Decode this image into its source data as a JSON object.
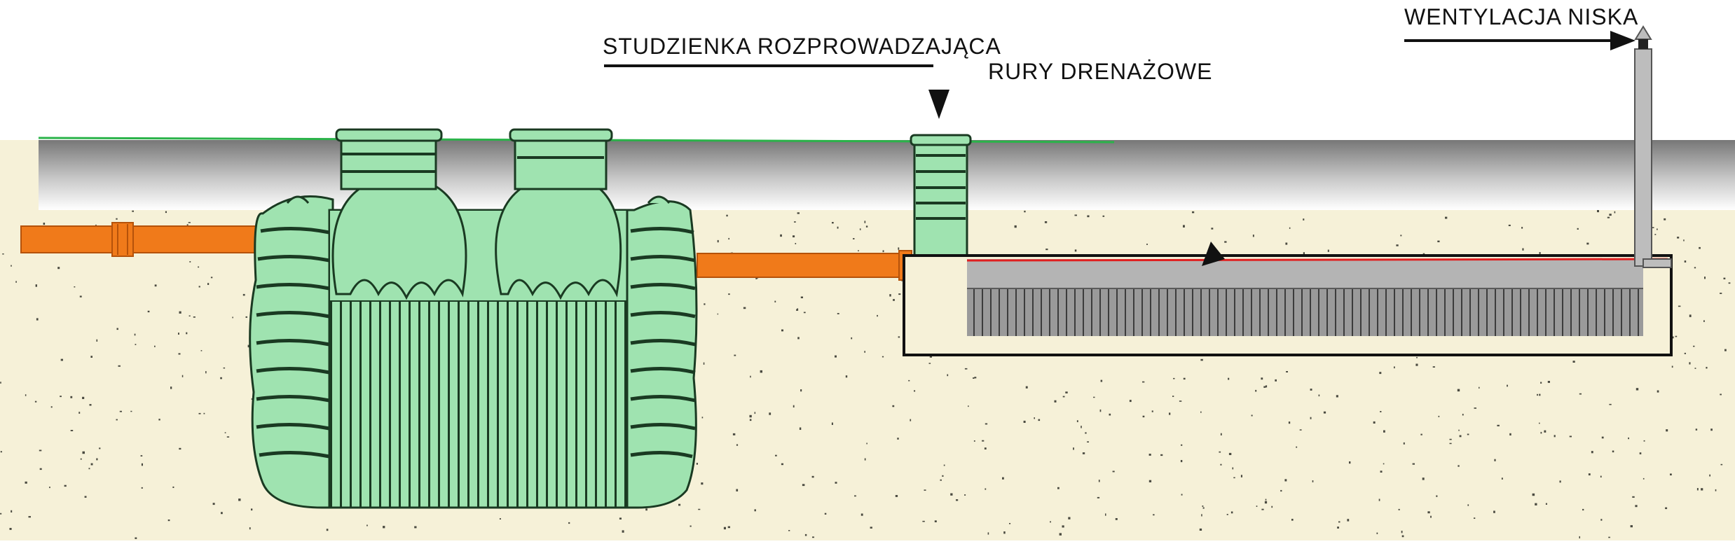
{
  "labels": {
    "distribution_well": "STUDZIENKA ROZPROWADZAJĄCA",
    "drainage_pipes": "RURY DRENAŻOWE",
    "low_ventilation": "WENTYLACJA NISKA"
  },
  "colors": {
    "soil": "#f6f1d8",
    "soil_dots": "#4a4a40",
    "topsoil_gradient_start": "#7c7c7c",
    "topsoil_gradient_end": "#ffffff",
    "tank_green": "#9fe3b0",
    "tank_green_shadow": "#6cbf84",
    "tank_line": "#1a3a22",
    "pipe_orange": "#f07a1a",
    "pipe_orange_dark": "#b5520a",
    "drain_gray": "#9a9a9a",
    "drain_red": "#e02020",
    "ground_line_green": "#2bb34a",
    "outline": "#111111"
  },
  "icons": [
    "arrow-down-icon",
    "arrow-right-icon",
    "arrow-down-left-icon",
    "vent-cap-icon"
  ]
}
